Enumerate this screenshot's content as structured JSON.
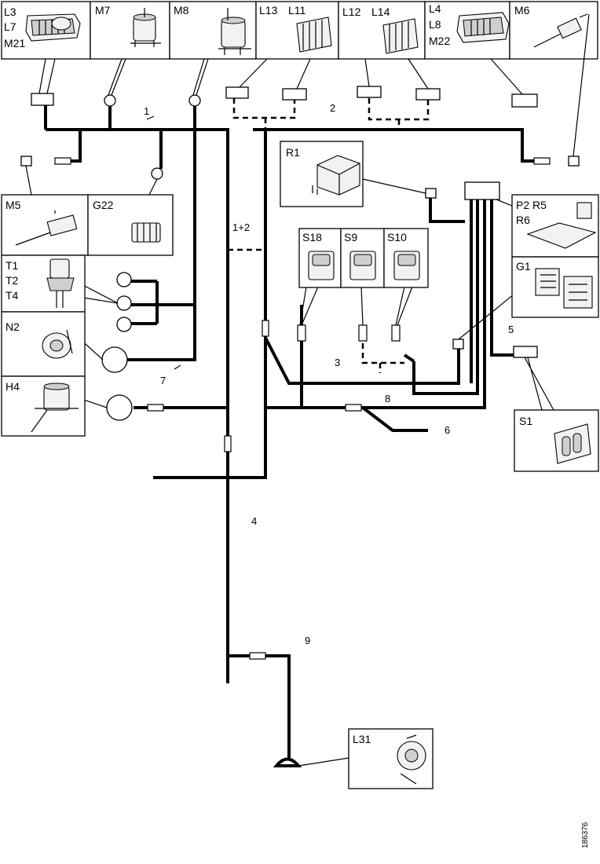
{
  "components": {
    "lamp_group_1": [
      "L3",
      "L7",
      "M21"
    ],
    "m7": "M7",
    "m8": "M8",
    "l13": "L13",
    "l11": "L11",
    "l12": "L12",
    "l14": "L14",
    "lamp_group_2": [
      "L4",
      "L8",
      "M22"
    ],
    "m6": "M6",
    "r1": "R1",
    "m5": "M5",
    "g22": "G22",
    "relays": [
      "P2 R5",
      "R6"
    ],
    "s18": "S18",
    "s9": "S9",
    "s10": "S10",
    "sensors": [
      "T1",
      "T2",
      "T4"
    ],
    "g1": "G1",
    "n2": "N2",
    "h4": "H4",
    "s1": "S1",
    "l31": "L31"
  },
  "harness_labels": {
    "h1": "1",
    "h2": "2",
    "h12": "1+2",
    "h3": "3",
    "h4": "4",
    "h5": "5",
    "h6": "6",
    "h7": "7",
    "h8": "8",
    "h9": "9"
  },
  "reference_number": "186376"
}
